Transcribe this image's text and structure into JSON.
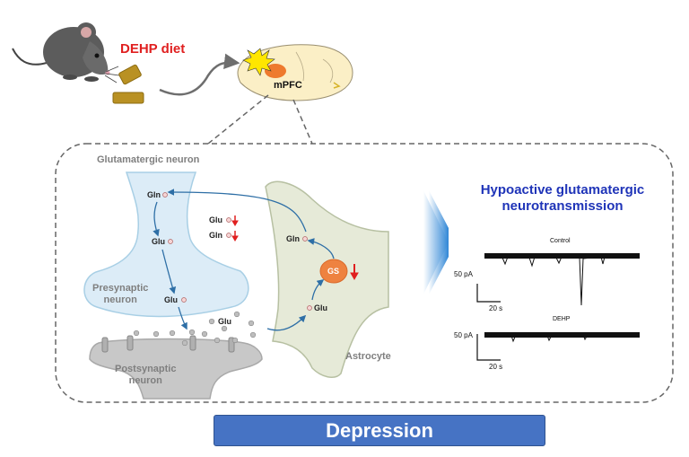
{
  "top": {
    "diet_label": "DEHP diet",
    "region_label": "mPFC"
  },
  "synapse": {
    "neuron_title": "Glutamatergic neuron",
    "presynaptic_line1": "Presynaptic",
    "presynaptic_line2": "neuron",
    "postsynaptic_line1": "Postsynaptic",
    "postsynaptic_line2": "neuron",
    "astrocyte_label": "Astrocyte",
    "molecules": {
      "gln_top": "Gln",
      "glu_mid": "Glu",
      "glu_low": "Glu",
      "glu_cleft": "Glu",
      "gln_astro": "Gln",
      "glu_astro": "Glu",
      "gs": "GS"
    },
    "legend": [
      {
        "label": "Glu",
        "change": "decrease"
      },
      {
        "label": "Gln",
        "change": "decrease"
      }
    ],
    "gs_change": "decrease"
  },
  "result": {
    "title_line1": "Hypoactive glutamatergic",
    "title_line2": "neurotransmission",
    "traces": [
      {
        "label": "Control",
        "amplitude_scale": "50 pA",
        "time_scale": "20 s"
      },
      {
        "label": "DEHP",
        "amplitude_scale": "50 pA",
        "time_scale": "20 s"
      }
    ]
  },
  "outcome_label": "Depression",
  "colors": {
    "diet_text": "#e02020",
    "title_text": "#1f34b8",
    "outcome_bar": "#4673c4",
    "presynaptic_fill": "#dcecf7",
    "astrocyte_fill": "#e6ead8",
    "postsynaptic_fill": "#c8c8c8",
    "gs_fill": "#ee8240",
    "arrow_blue": "#2e6fa6",
    "decrease_arrow": "#e02020"
  }
}
